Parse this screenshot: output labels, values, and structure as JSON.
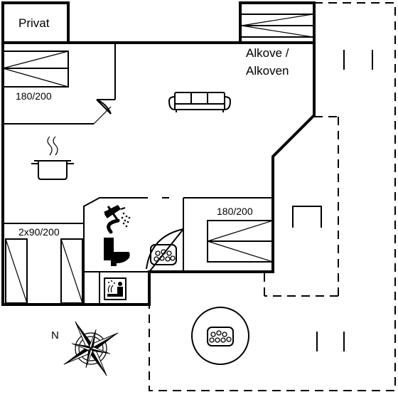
{
  "plan": {
    "labels": {
      "privat": "Privat",
      "alkove_line1": "Alkove /",
      "alkove_line2": "Alkoven",
      "bed_main": "180/200",
      "bed_twin": "2x90/200",
      "bed_room": "180/200",
      "compass_north": "N"
    },
    "icons": [
      "sofa-icon",
      "cooking-pot-icon",
      "shower-icon",
      "toilet-icon",
      "whirlpool-icon",
      "sauna-icon",
      "hot-tub-icon",
      "compass-rose-icon"
    ]
  }
}
